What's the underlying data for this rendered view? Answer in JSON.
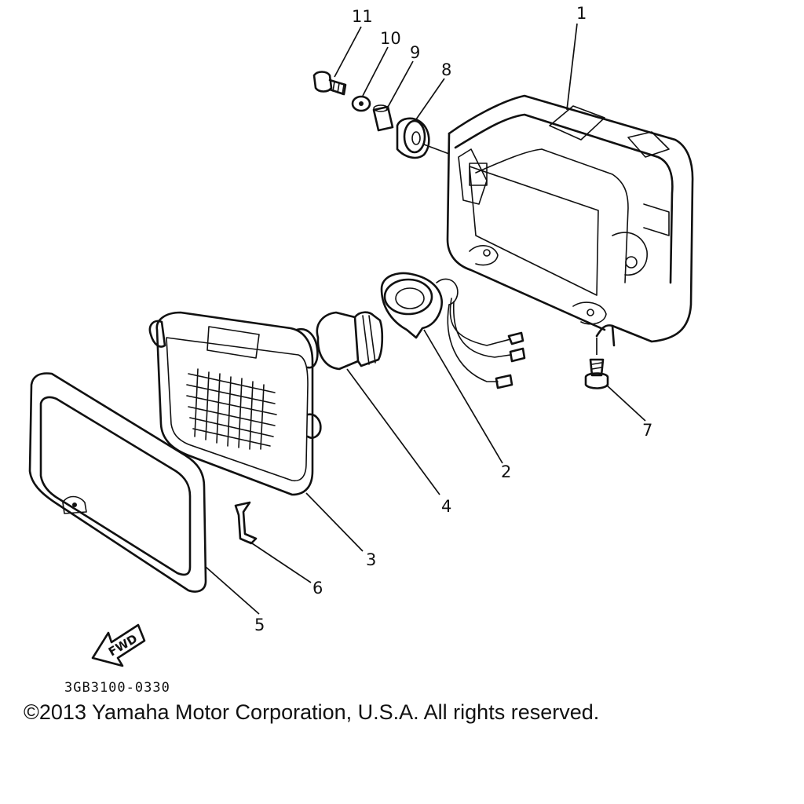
{
  "callouts": [
    "1",
    "2",
    "3",
    "4",
    "5",
    "6",
    "7",
    "8",
    "9",
    "10",
    "11"
  ],
  "fwd_label": "FWD",
  "reference_code": "3GB3100-0330",
  "copyright": "©2013 Yamaha Motor Corporation, U.S.A. All rights reserved."
}
